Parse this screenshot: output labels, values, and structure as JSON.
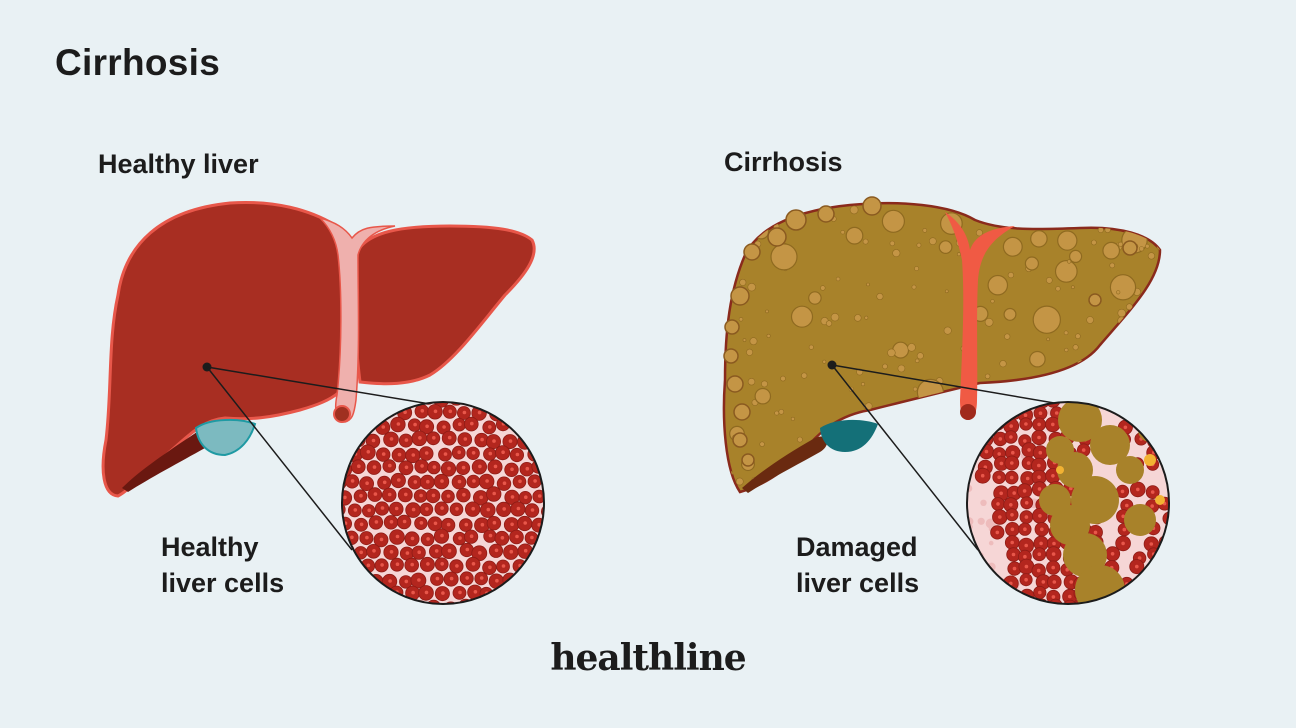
{
  "header": {
    "title": "Cirrhosis"
  },
  "healthy": {
    "heading": "Healthy liver",
    "cells_line1": "Healthy",
    "cells_line2": "liver cells"
  },
  "cirrhosis": {
    "heading": "Cirrhosis",
    "cells_line1": "Damaged",
    "cells_line2": "liver cells"
  },
  "brand": {
    "logo": "healthline"
  },
  "colors": {
    "background": "#e9f1f4",
    "healthy_liver": "#a82e22",
    "healthy_outline": "#e8574a",
    "cirrhotic_liver": "#a8822a",
    "cirrhotic_nodule": "#c49545",
    "ligament_healthy": "#efb0ad",
    "ligament_cirrhosis": "#f05a44",
    "gallbladder_healthy": "#7cbac0",
    "gallbladder_cirrhosis": "#147078",
    "cell_pink": "#f6d6d6"
  }
}
